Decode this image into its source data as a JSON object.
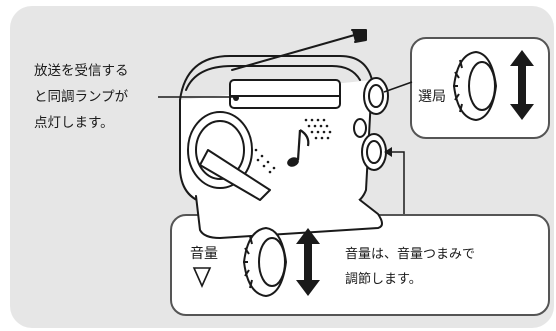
{
  "left_note": {
    "lines": [
      "放送を受信する",
      "と同調ランプが",
      "点灯します。"
    ]
  },
  "tuning": {
    "label": "選局"
  },
  "volume": {
    "label": "音量",
    "description_lines": [
      "音量は、音量つまみで",
      "調節します。"
    ]
  },
  "icons": [
    "radio-illustration",
    "music-note-icon",
    "tuning-knob-icon",
    "volume-knob-icon",
    "rotate-arrow-icon",
    "down-triangle-icon"
  ],
  "colors": {
    "panel": "#e6e6e6",
    "box": "#ffffff",
    "line": "#1a1a1a"
  }
}
